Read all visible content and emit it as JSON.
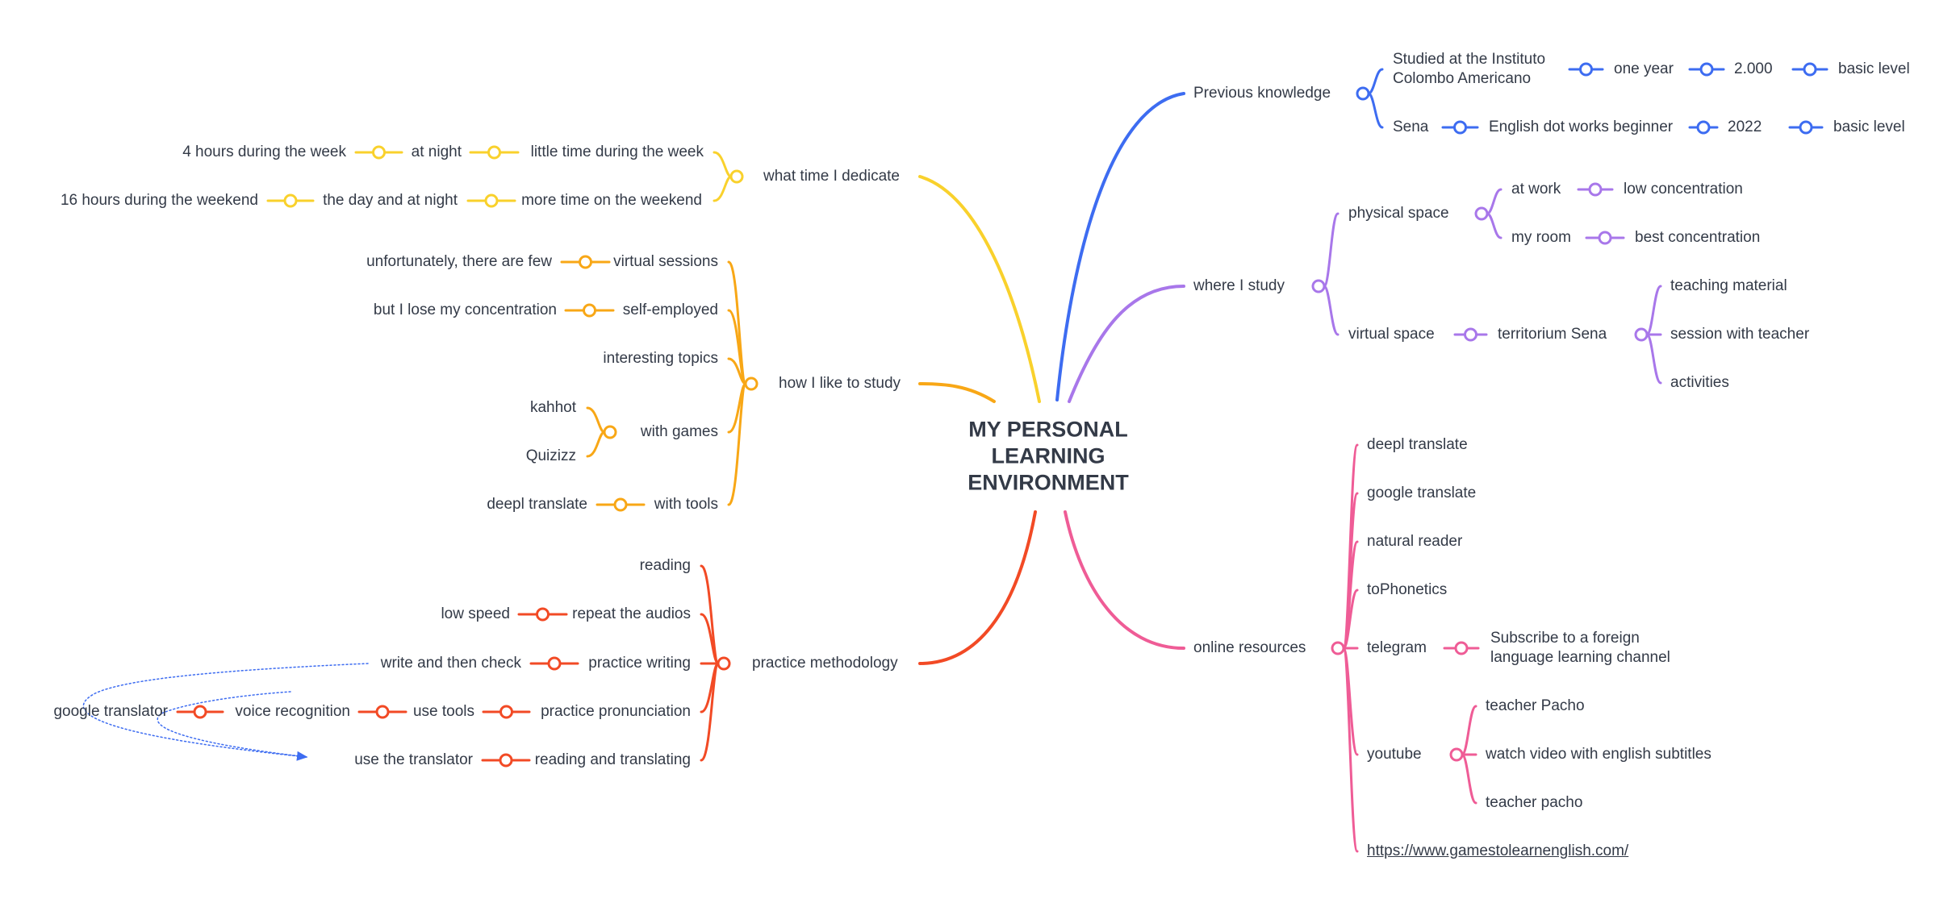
{
  "central_topic": [
    "MY PERSONAL",
    "LEARNING",
    "ENVIRONMENT"
  ],
  "colors": {
    "yellow": "#f9d12c",
    "orange": "#f8a716",
    "red": "#f24a25",
    "blue": "#3d6cf1",
    "purple": "#a877ea",
    "pink": "#ef5c96",
    "text": "#333a47"
  },
  "branches": {
    "time": {
      "label": "what time I dedicate",
      "week": "little time during the week",
      "week_2": "at night",
      "week_3": "4 hours during the week",
      "weekend": "more time on the weekend",
      "weekend_2": "the day and at night",
      "weekend_3": "16 hours during the weekend"
    },
    "how": {
      "label": "how I like to study",
      "virtual_sessions": "virtual sessions",
      "virtual_sessions_note": "unfortunately, there are few",
      "self_employed": "self-employed",
      "self_employed_note": "but I lose my concentration",
      "topics": "interesting topics",
      "games": "with games",
      "games_1": "kahhot",
      "games_2": "Quizizz",
      "tools": "with tools",
      "tools_1": "deepl translate"
    },
    "method": {
      "label": "practice methodology",
      "reading": "reading",
      "audios": "repeat the audios",
      "audios_note": "low speed",
      "writing": "practice writing",
      "writing_note": "write and then check",
      "pronunciation": "practice pronunciation",
      "pron_2": "use tools",
      "pron_3": "voice recognition",
      "pron_4": "google translator",
      "translating": "reading and translating",
      "translating_note": "use the translator"
    },
    "knowledge": {
      "label": "Previous knowledge",
      "inst_line1": "Studied at the Instituto",
      "inst_line2": "Colombo Americano",
      "inst_2": "one year",
      "inst_3": "2.000",
      "inst_4": "basic level",
      "sena": "Sena",
      "sena_2": "English dot works beginner",
      "sena_3": "2022",
      "sena_4": "basic level"
    },
    "where": {
      "label": "where I study",
      "physical": "physical space",
      "work": "at work",
      "work_note": "low concentration",
      "room": "my room",
      "room_note": "best concentration",
      "virtual": "virtual space",
      "territorium": "territorium Sena",
      "t1": "teaching material",
      "t2": "session with teacher",
      "t3": "activities"
    },
    "online": {
      "label": "online resources",
      "r1": "deepl translate",
      "r2": "google translate",
      "r3": "natural reader",
      "r4": "toPhonetics",
      "telegram": "telegram",
      "telegram_line1": "Subscribe to a foreign",
      "telegram_line2": "language learning channel",
      "youtube": "youtube",
      "yt1": "teacher Pacho",
      "yt2": "watch video with english subtitles",
      "yt3": "teacher pacho",
      "link": "https://www.gamestolearnenglish.com/"
    }
  }
}
